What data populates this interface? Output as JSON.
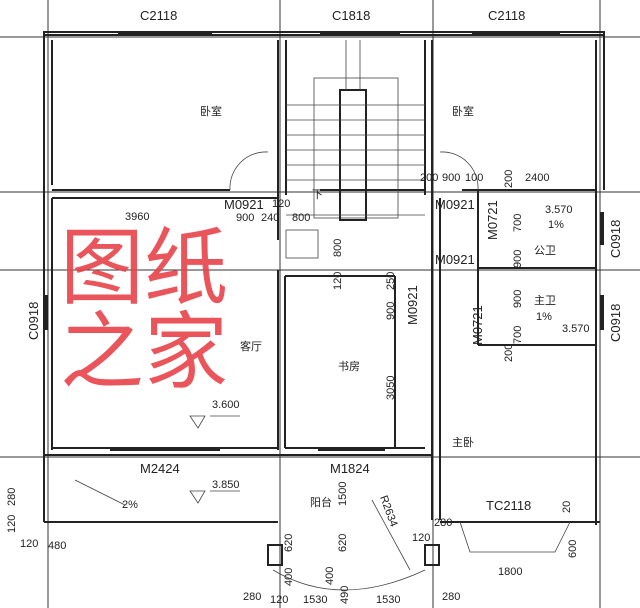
{
  "windows": {
    "c2118_left": "C2118",
    "c1818": "C1818",
    "c2118_right": "C2118",
    "c0918_left": "C0918",
    "c0918_right_top": "C0918",
    "c0918_right_bottom": "C0918",
    "tc2118": "TC2118"
  },
  "doors": {
    "m0921_a": "M0921",
    "m0921_b": "M0921",
    "m0921_c": "M0921",
    "m0921_d": "M0921",
    "m0721_a": "M0721",
    "m0721_b": "M0721",
    "m2424": "M2424",
    "m1824": "M1824"
  },
  "rooms": {
    "bedroom_left": "卧室",
    "bedroom_right": "卧室",
    "living": "客厅",
    "study": "书房",
    "master": "主卧",
    "public_bath": "公卫",
    "master_bath": "主卫",
    "balcony": "阳台",
    "stair_down": "下"
  },
  "elevations": {
    "living": "3.600",
    "balcony": "3.850",
    "bath_top": "3.570",
    "bath_bottom": "3.570"
  },
  "slopes": {
    "bath_top": "1%",
    "bath_bottom": "1%",
    "balcony": "2%"
  },
  "dimensions": [
    "200",
    "900",
    "100",
    "2400",
    "120",
    "3960",
    "900",
    "240",
    "800",
    "200",
    "700",
    "900",
    "800",
    "120",
    "250",
    "900",
    "900",
    "700",
    "200",
    "3050",
    "1500",
    "R2634",
    "20",
    "280",
    "120",
    "120",
    "480",
    "620",
    "620",
    "400",
    "400",
    "490",
    "120",
    "280",
    "600",
    "1800",
    "280",
    "120",
    "1530",
    "1530",
    "280"
  ],
  "watermark": "图纸之家",
  "colors": {
    "watermark": "#e8434a",
    "lines": "#222222"
  }
}
